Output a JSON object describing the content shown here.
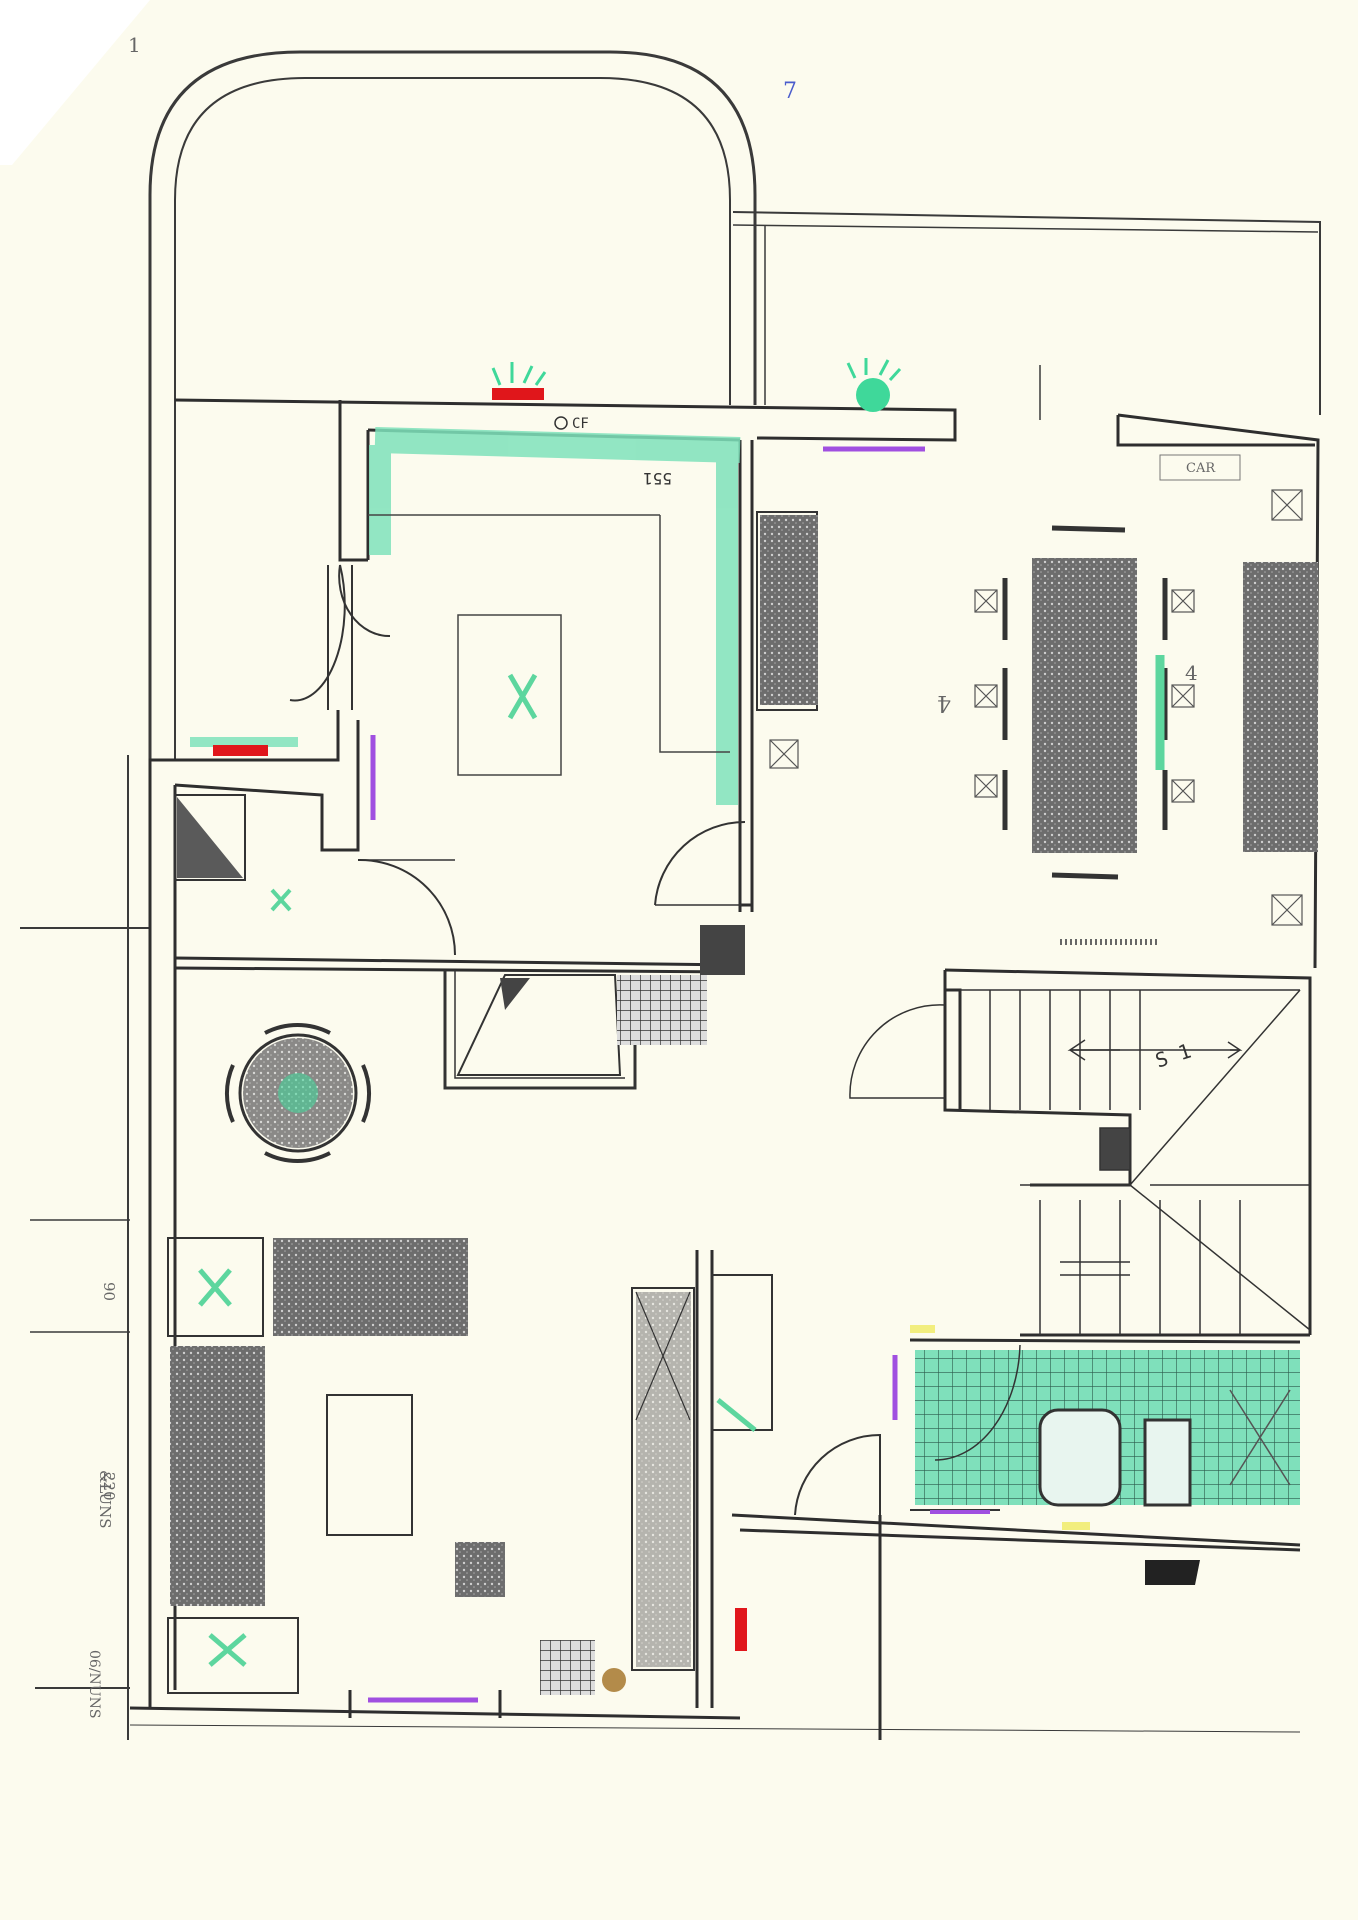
{
  "page": {
    "sheet_number": "1",
    "margin_mark": "7"
  },
  "labels": {
    "chimney_mark": "CF",
    "wall_dimension": "551",
    "cabinet_tag": "CAR",
    "stair_dimension": "S 1",
    "room_number_left": "4",
    "room_number_right": "4"
  },
  "side_dimensions": {
    "upper": "90",
    "lower": "220"
  },
  "side_notes": {
    "note_a": "&LUNS",
    "note_b": "06/NUNS"
  },
  "markers": {
    "colors": {
      "red": "#e0161b",
      "green": "#3fd89a",
      "green_light": "#8de9c4",
      "purple": "#a04fe0",
      "yellow": "#f2ee7e",
      "blue_ink": "#4a5ccc",
      "ink": "#3a3a3a"
    }
  }
}
